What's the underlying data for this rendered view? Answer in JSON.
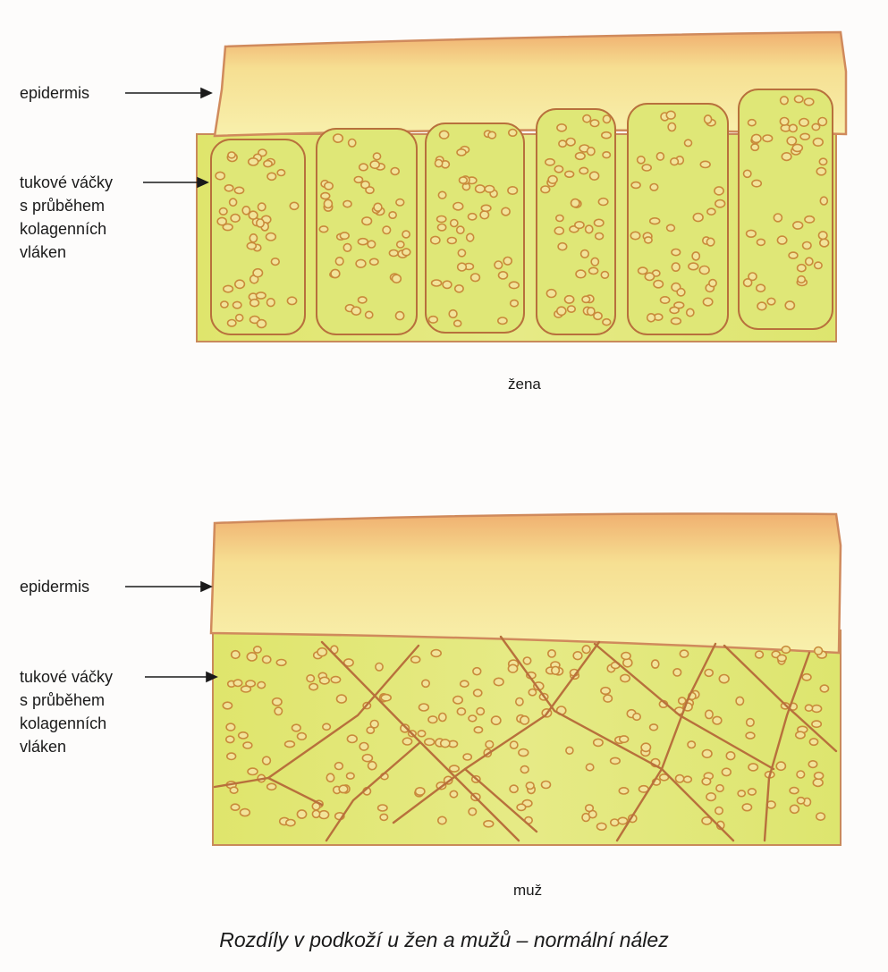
{
  "colors": {
    "epidermis_fill": "#f7ec9a",
    "epidermis_edge": "#d9956a",
    "fat_fill": "#dfe777",
    "fat_light": "#f3f5b6",
    "collagen": "#b8703c",
    "cell_ring": "#c98a3a",
    "cell_fill": "#f2e49a",
    "arrow": "#1a1a1a",
    "text": "#1a1a1a"
  },
  "female": {
    "epidermis_label": "epidermis",
    "fat_label_lines": [
      "tukové váčky",
      "s průběhem",
      "kolagenních",
      "vláken"
    ],
    "caption": "žena"
  },
  "male": {
    "epidermis_label": "epidermis",
    "fat_label_lines": [
      "tukové váčky",
      "s průběhem",
      "kolagenních",
      "vláken"
    ],
    "caption": "muž"
  },
  "figure_title": "Rozdíly v podkoží u žen a mužů – normální nález"
}
